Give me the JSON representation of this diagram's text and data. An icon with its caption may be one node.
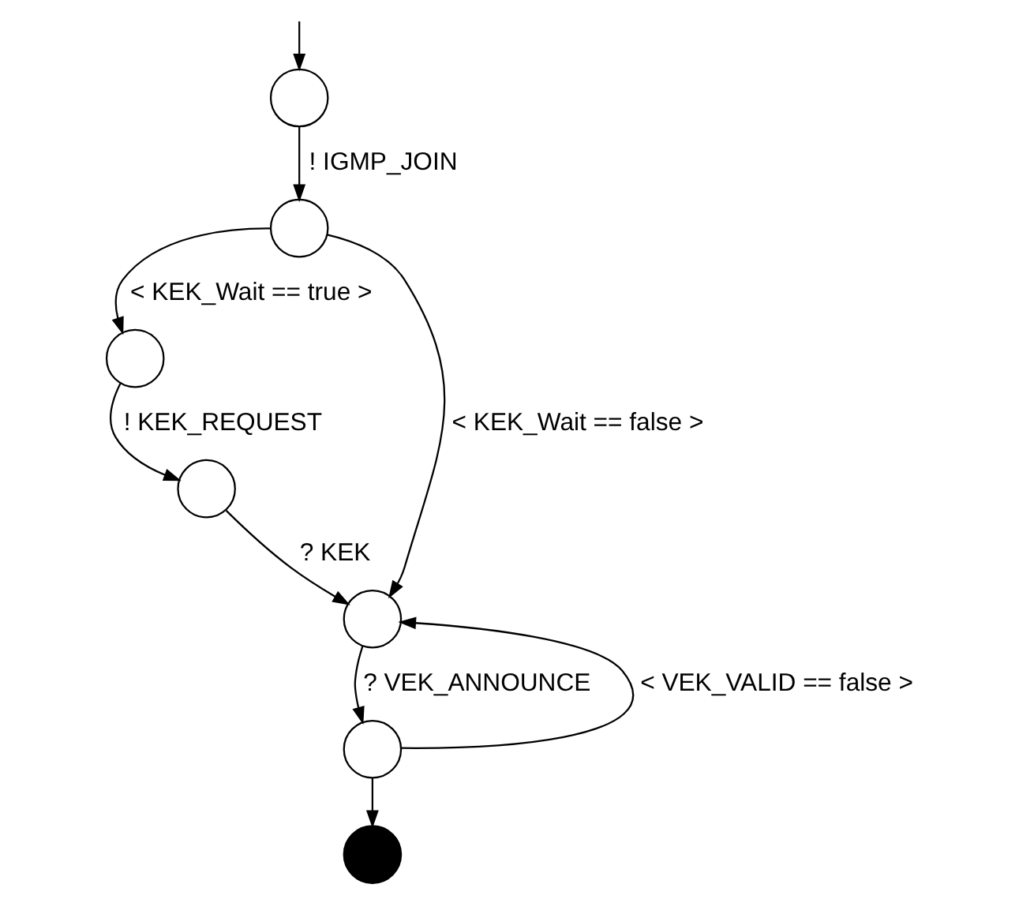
{
  "diagram": {
    "nodes": [
      {
        "text": [],
        "shape": "circle"
      },
      {
        "text": [],
        "shape": "circle"
      },
      {
        "text": [],
        "shape": "circle"
      },
      {
        "text": [],
        "shape": "circle"
      },
      {
        "text": [],
        "shape": "circle"
      },
      {
        "text": [],
        "shape": "circle"
      },
      {
        "text": [],
        "shape": "circle"
      }
    ],
    "edges": [
      {
        "from": null,
        "to": 0,
        "arrow": "to"
      },
      {
        "from": 0,
        "to": 1,
        "arrow": "to",
        "label": "! IGMP_JOIN"
      },
      {
        "from": 1,
        "to": 2,
        "arrow": "to",
        "label": "< KEK_Wait == true >"
      },
      {
        "from": 1,
        "to": 4,
        "arrow": "to",
        "label": "< KEK_Wait == false >"
      },
      {
        "from": 2,
        "to": 3,
        "arrow": "to",
        "label": "! KEK_REQUEST"
      },
      {
        "from": 3,
        "to": 4,
        "arrow": "to",
        "label": "? KEK"
      },
      {
        "from": 4,
        "to": 5,
        "arrow": "to",
        "label": "? VEK_ANNOUNCE"
      },
      {
        "from": 5,
        "to": 4,
        "arrow": "to",
        "label": "< VEK_VALID == false >"
      },
      {
        "from": 5,
        "to": 6,
        "arrow": "to"
      }
    ]
  }
}
